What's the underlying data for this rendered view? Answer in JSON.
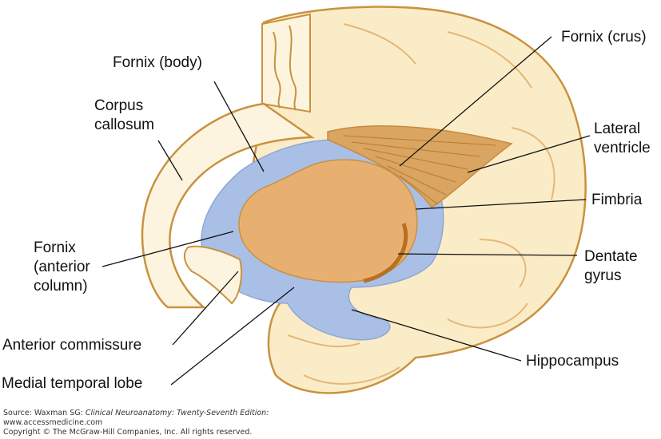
{
  "labels": {
    "fornix_body": "Fornix (body)",
    "corpus_callosum": [
      "Corpus",
      "callosum"
    ],
    "fornix_anterior_column": [
      "Fornix",
      "(anterior",
      "column)"
    ],
    "anterior_commissure": "Anterior commissure",
    "medial_temporal_lobe": "Medial temporal lobe",
    "fornix_crus": "Fornix (crus)",
    "lateral_ventricle": [
      "Lateral",
      "ventricle"
    ],
    "fimbria": "Fimbria",
    "dentate_gyrus": [
      "Dentate",
      "gyrus"
    ],
    "hippocampus": "Hippocampus"
  },
  "source": {
    "prefix": "Source: Waxman SG: ",
    "title": "Clinical Neuroanatomy: Twenty-Seventh Edition:",
    "url": "www.accessmedicine.com",
    "copyright": "Copyright © The McGraw-Hill Companies, Inc. All rights reserved."
  },
  "colors": {
    "outline": "#c9923f",
    "tissue": "#fbecc8",
    "tissue_light": "#fdf4e0",
    "ventricle": "#a9bfe6",
    "thalamus": "#e8b070",
    "fibers": "#c98a3e",
    "dentate": "#b86f1e",
    "leader": "#111111"
  }
}
